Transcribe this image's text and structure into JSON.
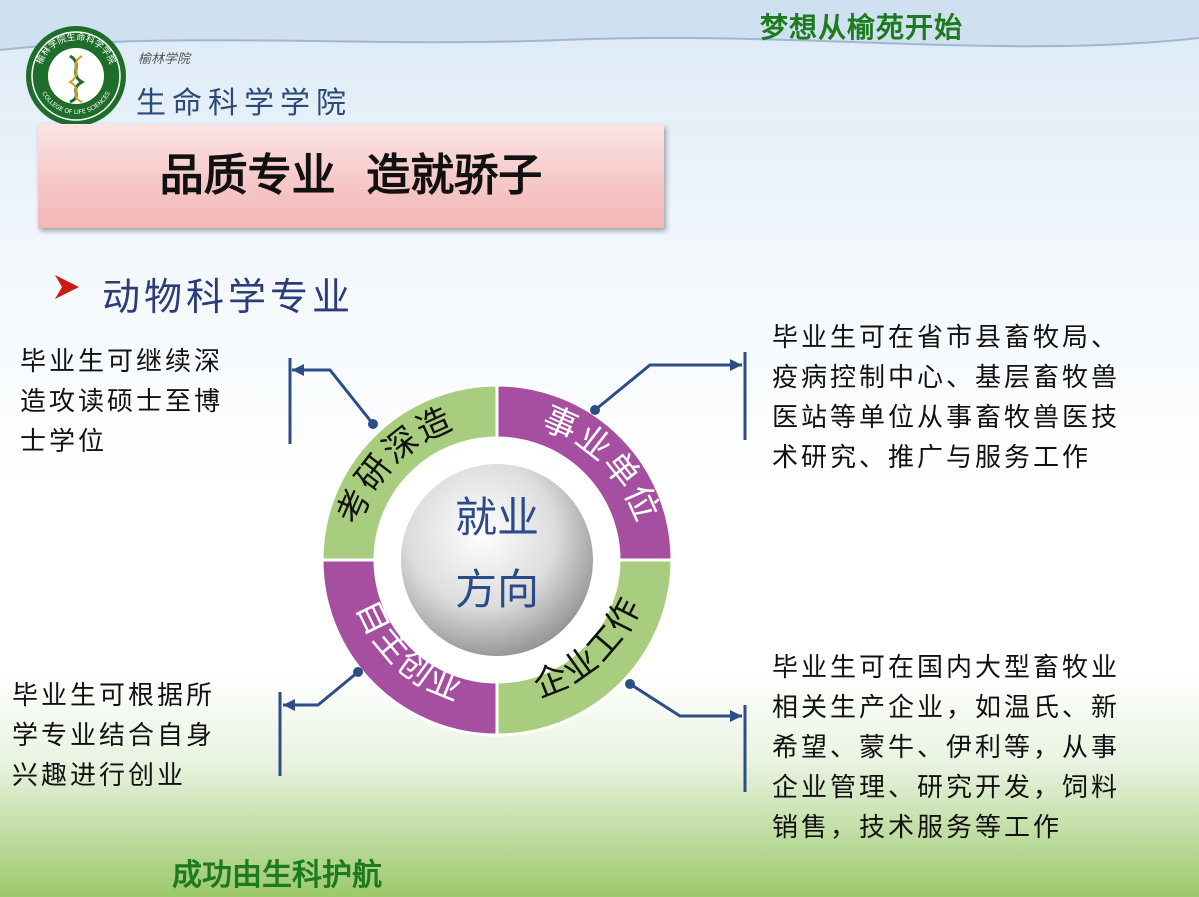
{
  "header": {
    "slogan_top": "梦想从榆苑开始",
    "college_small": "榆林学院",
    "college_name": "生命科学学院",
    "logo_ring_text": "榆林学院生命科学学院",
    "logo_en": "COLLEGE OF LIFE SCIENCES"
  },
  "banner": {
    "title": "品质专业  造就骄子"
  },
  "section": {
    "title": "动物科学专业"
  },
  "diagram": {
    "center_line1": "就业",
    "center_line2": "方向",
    "seg_top_left": "考研深造",
    "seg_top_right": "事业单位",
    "seg_bottom_right": "企业工作",
    "seg_bottom_left": "自主创业"
  },
  "descriptions": {
    "top_left": [
      "毕业生可继续深",
      "造攻读硕士至博",
      "士学位"
    ],
    "top_right": [
      "毕业生可在省市县畜牧局、",
      "疫病控制中心、基层畜牧兽",
      "医站等单位从事畜牧兽医技",
      "术研究、推广与服务工作"
    ],
    "bottom_left": [
      "毕业生可根据所",
      "学专业结合自身",
      "兴趣进行创业"
    ],
    "bottom_right": [
      "毕业生可在国内大型畜牧业",
      "相关生产企业，如温氏、新",
      "希望、蒙牛、伊利等，从事",
      "企业管理、研究开发，饲料",
      "销售，技术服务等工作"
    ]
  },
  "footer": {
    "slogan_bottom": "成功由生科护航"
  },
  "colors": {
    "green_segment": "#a9cd7e",
    "purple_segment": "#a64ea0",
    "banner": "#f6c6c6",
    "title_blue": "#2b3d78",
    "slogan_green": "#1e7a1e",
    "connector": "#2d4d86"
  }
}
